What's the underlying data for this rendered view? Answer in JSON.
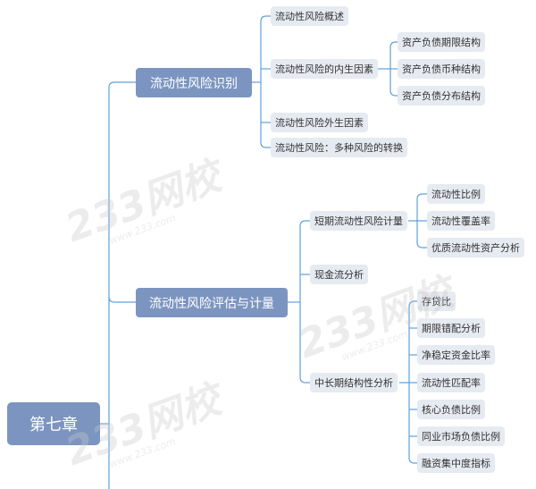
{
  "root": "第七章",
  "branches": [
    {
      "label": "流动性风险识别",
      "children": [
        {
          "label": "流动性风险概述"
        },
        {
          "label": "流动性风险的内生因素",
          "children": [
            "资产负债期限结构",
            "资产负债币种结构",
            "资产负债分布结构"
          ]
        },
        {
          "label": "流动性风险外生因素"
        },
        {
          "label": "流动性风险：多种风险的转换"
        }
      ]
    },
    {
      "label": "流动性风险评估与计量",
      "children": [
        {
          "label": "短期流动性风险计量",
          "children": [
            "流动性比例",
            "流动性覆盖率",
            "优质流动性资产分析"
          ]
        },
        {
          "label": "现金流分析"
        },
        {
          "label": "中长期结构性分析",
          "children": [
            "存贷比",
            "期限错配分析",
            "净稳定资金比率",
            "流动性匹配率",
            "核心负债比例",
            "同业市场负债比例",
            "融资集中度指标"
          ]
        }
      ]
    }
  ],
  "watermark": {
    "brand": "233网校",
    "url": "www.233.com"
  },
  "colors": {
    "main_node": "#7c95c0",
    "sub_node": "#e6eaf1",
    "line": "#5fa0dc"
  }
}
